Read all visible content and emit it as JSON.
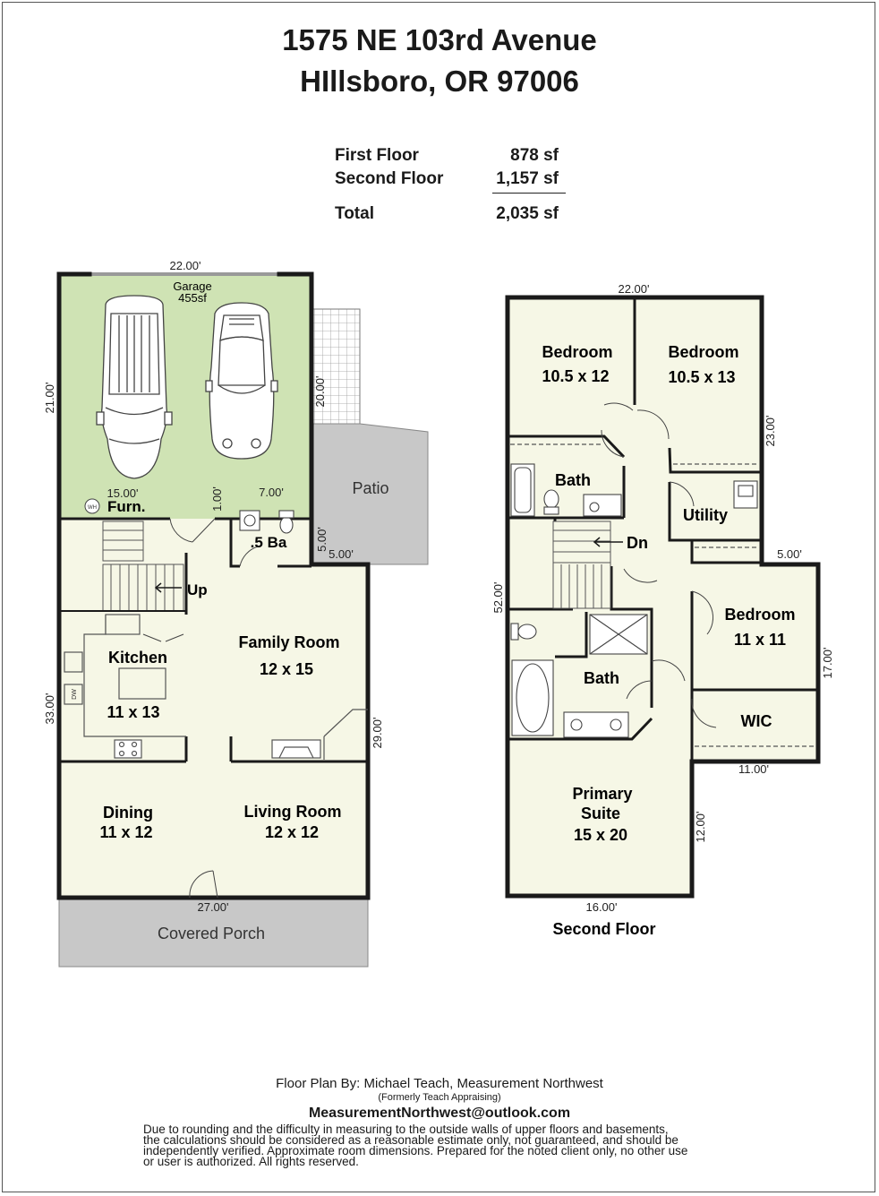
{
  "header": {
    "address_line1": "1575 NE 103rd Avenue",
    "address_line2": "HIllsboro, OR 97006"
  },
  "area_summary": {
    "rows": [
      {
        "label": "First Floor",
        "value": "878 sf"
      },
      {
        "label": "Second Floor",
        "value": "1,157 sf"
      }
    ],
    "total": {
      "label": "Total",
      "value": "2,035 sf"
    }
  },
  "first_floor": {
    "garage_label": "Garage",
    "garage_area": "455sf",
    "rooms": {
      "furnace": "Furn.",
      "half_bath": ".5 Ba",
      "stairs": "Up",
      "kitchen_name": "Kitchen",
      "kitchen_size": "11 x 13",
      "family_name": "Family Room",
      "family_size": "12 x 15",
      "dining_name": "Dining",
      "dining_size": "11 x 12",
      "living_name": "Living Room",
      "living_size": "12 x 12",
      "patio": "Patio",
      "porch": "Covered Porch"
    },
    "appliances": {
      "water_heater": "WH",
      "dishwasher": "DW"
    },
    "dimensions": {
      "garage_width": "22.00'",
      "garage_depth": "21.00'",
      "patio_depth": "20.00'",
      "garage_rear": "15.00'",
      "step_1": "1.00'",
      "bath_width": "7.00'",
      "bath_depth": "5.00'",
      "jog": "5.00'",
      "left_depth": "33.00'",
      "right_depth": "29.00'",
      "front_width": "27.00'"
    }
  },
  "second_floor": {
    "caption": "Second Floor",
    "rooms": {
      "bedroom1_name": "Bedroom",
      "bedroom1_size": "10.5 x 12",
      "bedroom2_name": "Bedroom",
      "bedroom2_size": "10.5 x 13",
      "bath1": "Bath",
      "utility": "Utility",
      "stairs": "Dn",
      "bedroom3_name": "Bedroom",
      "bedroom3_size": "11 x 11",
      "bath2": "Bath",
      "wic": "WIC",
      "primary_name_1": "Primary",
      "primary_name_2": "Suite",
      "primary_size": "15 x 20"
    },
    "dimensions": {
      "top_width": "22.00'",
      "right_depth": "23.00'",
      "jog": "5.00'",
      "left_depth": "52.00'",
      "bed3_depth": "17.00'",
      "wic_width": "11.00'",
      "primary_depth": "12.00'",
      "bottom_width": "16.00'"
    }
  },
  "footer": {
    "credit": "Floor Plan By: Michael Teach, Measurement Northwest",
    "formerly": "(Formerly Teach Appraising)",
    "email": "MeasurementNorthwest@outlook.com",
    "disclaimer_lines": [
      "Due to rounding and the difficulty in measuring to the outside walls of upper floors and basements,",
      "the calculations should be considered as a reasonable estimate only, not guaranteed, and should be",
      "independently verified. Approximate room dimensions. Prepared for the noted client only, no other use",
      "or user is authorized. All rights reserved."
    ]
  },
  "colors": {
    "room_fill": "#f6f7e6",
    "garage_fill": "#cfe3b4",
    "patio_fill": "#c8c8c8",
    "wall": "#1a1a1a"
  }
}
